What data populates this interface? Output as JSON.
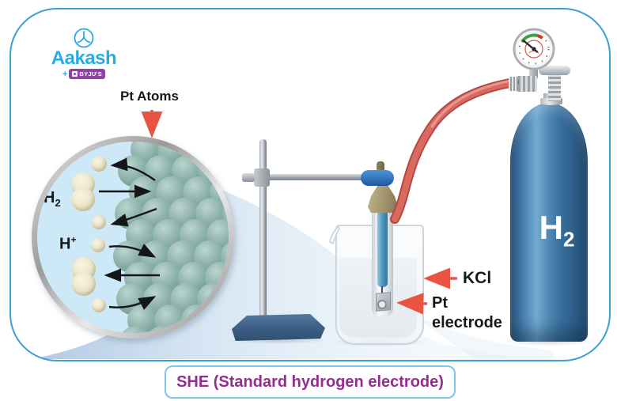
{
  "brand": {
    "name": "Aakash",
    "plus": "+",
    "byjus": "BYJU'S"
  },
  "lens": {
    "h2": {
      "base": "H",
      "sub": "2"
    },
    "hplus": {
      "base": "H",
      "sup": "+"
    }
  },
  "annotations": {
    "pt_atoms": "Pt Atoms",
    "kcl": "KCl",
    "pt_electrode_line1": "Pt",
    "pt_electrode_line2": "electrode"
  },
  "cylinder": {
    "label_base": "H",
    "label_sub": "2"
  },
  "caption": {
    "text": "SHE (Standard hydrogen electrode)"
  },
  "colors": {
    "frame_border": "#3B9ED6",
    "caption_text": "#942D8E",
    "caption_border": "#7FC7EA",
    "annotation_arrow": "#E8543F",
    "brand_blue": "#29ABE2",
    "badge_purple": "#8D44A5",
    "cylinder_blue": "#3D7FAE",
    "tube_red": "#CF5A52",
    "pt_sphere_green": "#8FB3AB",
    "gas_sphere_cream": "#ECE7CB",
    "lens_fill": "#CDE9F7"
  }
}
